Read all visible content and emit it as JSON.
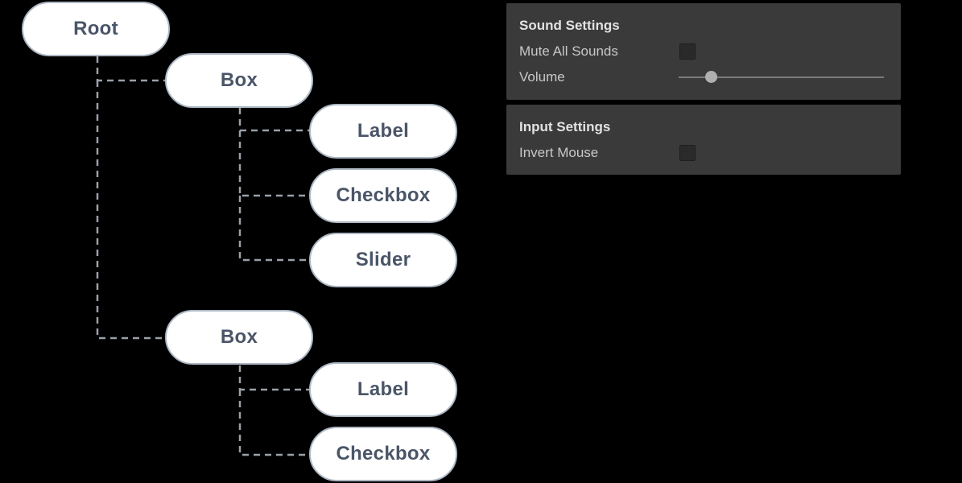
{
  "tree": {
    "root_label": "Root",
    "box1_label": "Box",
    "box1_child1": "Label",
    "box1_child2": "Checkbox",
    "box1_child3": "Slider",
    "box2_label": "Box",
    "box2_child1": "Label",
    "box2_child2": "Checkbox",
    "node_fill": "#ffffff",
    "node_border": "#aeb8c4",
    "node_text_color": "#4a5568",
    "connector_color": "#9aa0a8"
  },
  "sound_settings": {
    "title": "Sound Settings",
    "mute_label": "Mute All Sounds",
    "mute_checked": false,
    "volume_label": "Volume",
    "volume_value": 0.16
  },
  "input_settings": {
    "title": "Input Settings",
    "invert_label": "Invert Mouse",
    "invert_checked": false
  },
  "panel_background": "#3a3a3a"
}
